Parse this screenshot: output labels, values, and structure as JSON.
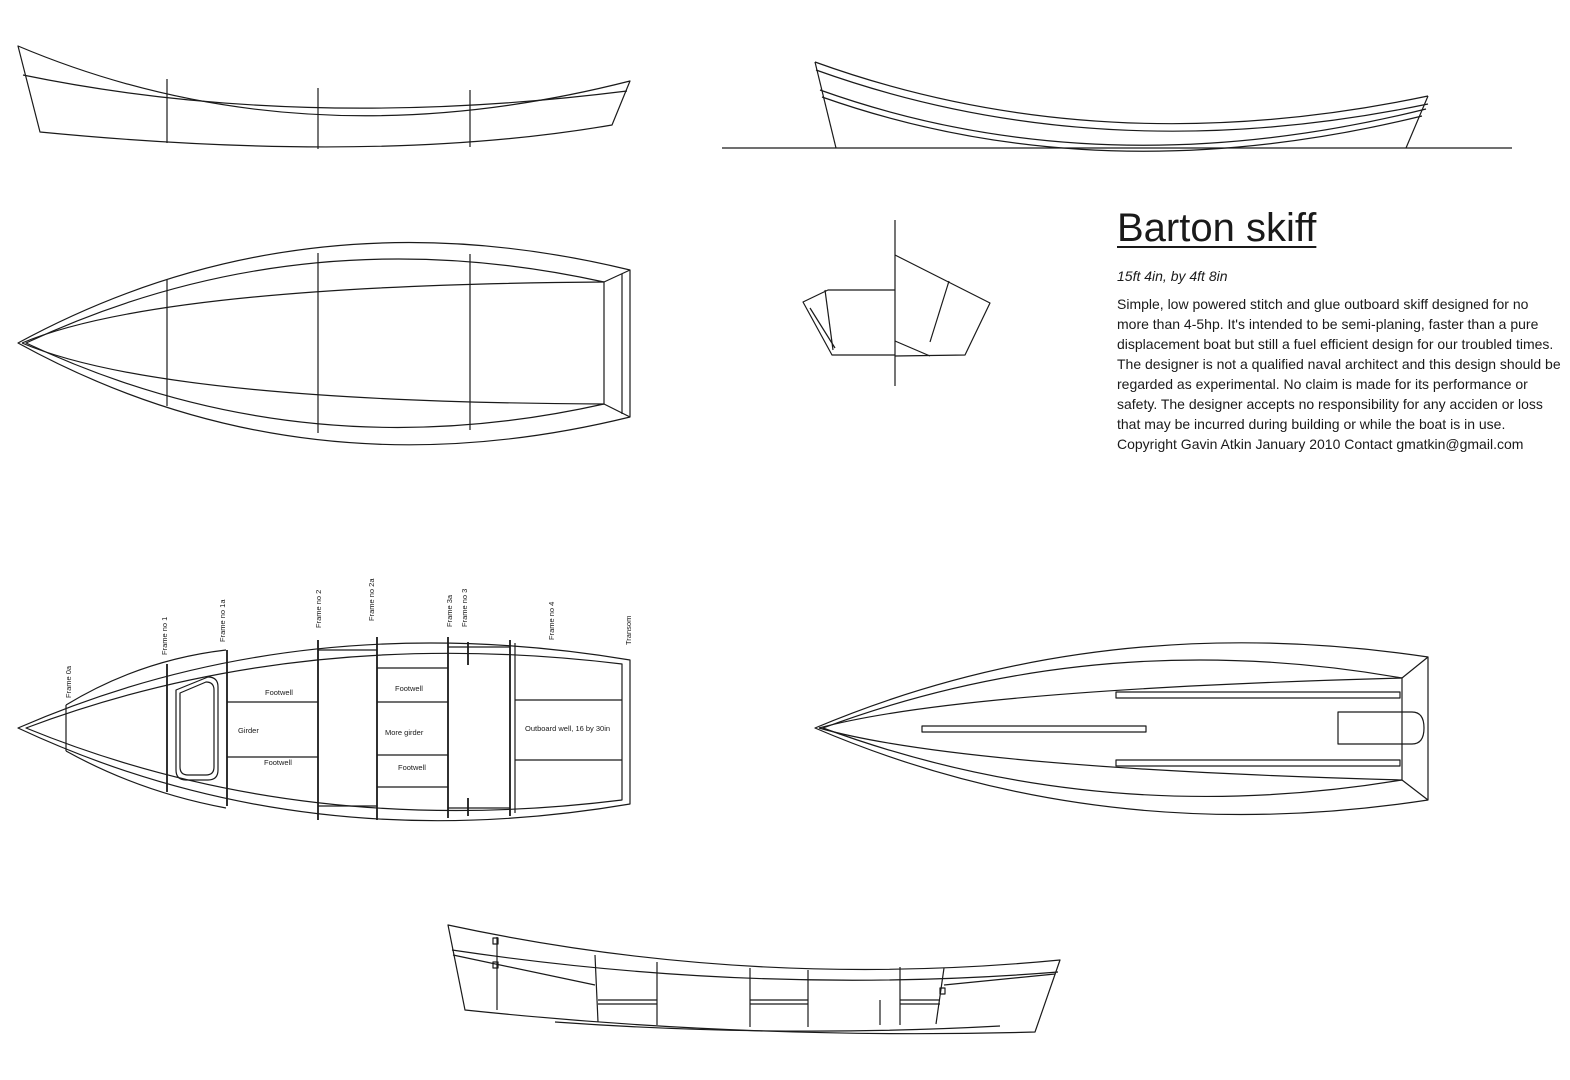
{
  "title": "Barton skiff",
  "subtitle": "15ft 4in, by 4ft 8in",
  "description": "Simple, low powered stitch and glue outboard skiff designed for no more than 4-5hp. It's intended to be semi-planing, faster than a pure displacement boat but still a fuel efficient design for our troubled times. The designer is not a qualified naval architect and this design should be regarded as experimental. No claim is made for its performance or safety. The designer accepts no responsibility for any acciden or loss that may be incurred during building or while the boat is in use.",
  "copyright": "Copyright Gavin Atkin January 2010 Contact gmatkin@gmail.com",
  "frame_labels": {
    "f0a": "Frame 0a",
    "f1": "Frame no 1",
    "f1a": "Frame no 1a",
    "f2": "Frame no 2",
    "f2a": "Frame no 2a",
    "f3a": "Frame 3a",
    "f3": "Frame no 3",
    "f4": "Frame no 4",
    "transom": "Transom"
  },
  "layout_labels": {
    "footwell_1": "Footwell",
    "girder": "Girder",
    "footwell_2": "Footwell",
    "footwell_3": "Footwell",
    "more_girder": "More girder",
    "footwell_4": "Footwell",
    "outboard_well": "Outboard well, 16 by 30in"
  }
}
